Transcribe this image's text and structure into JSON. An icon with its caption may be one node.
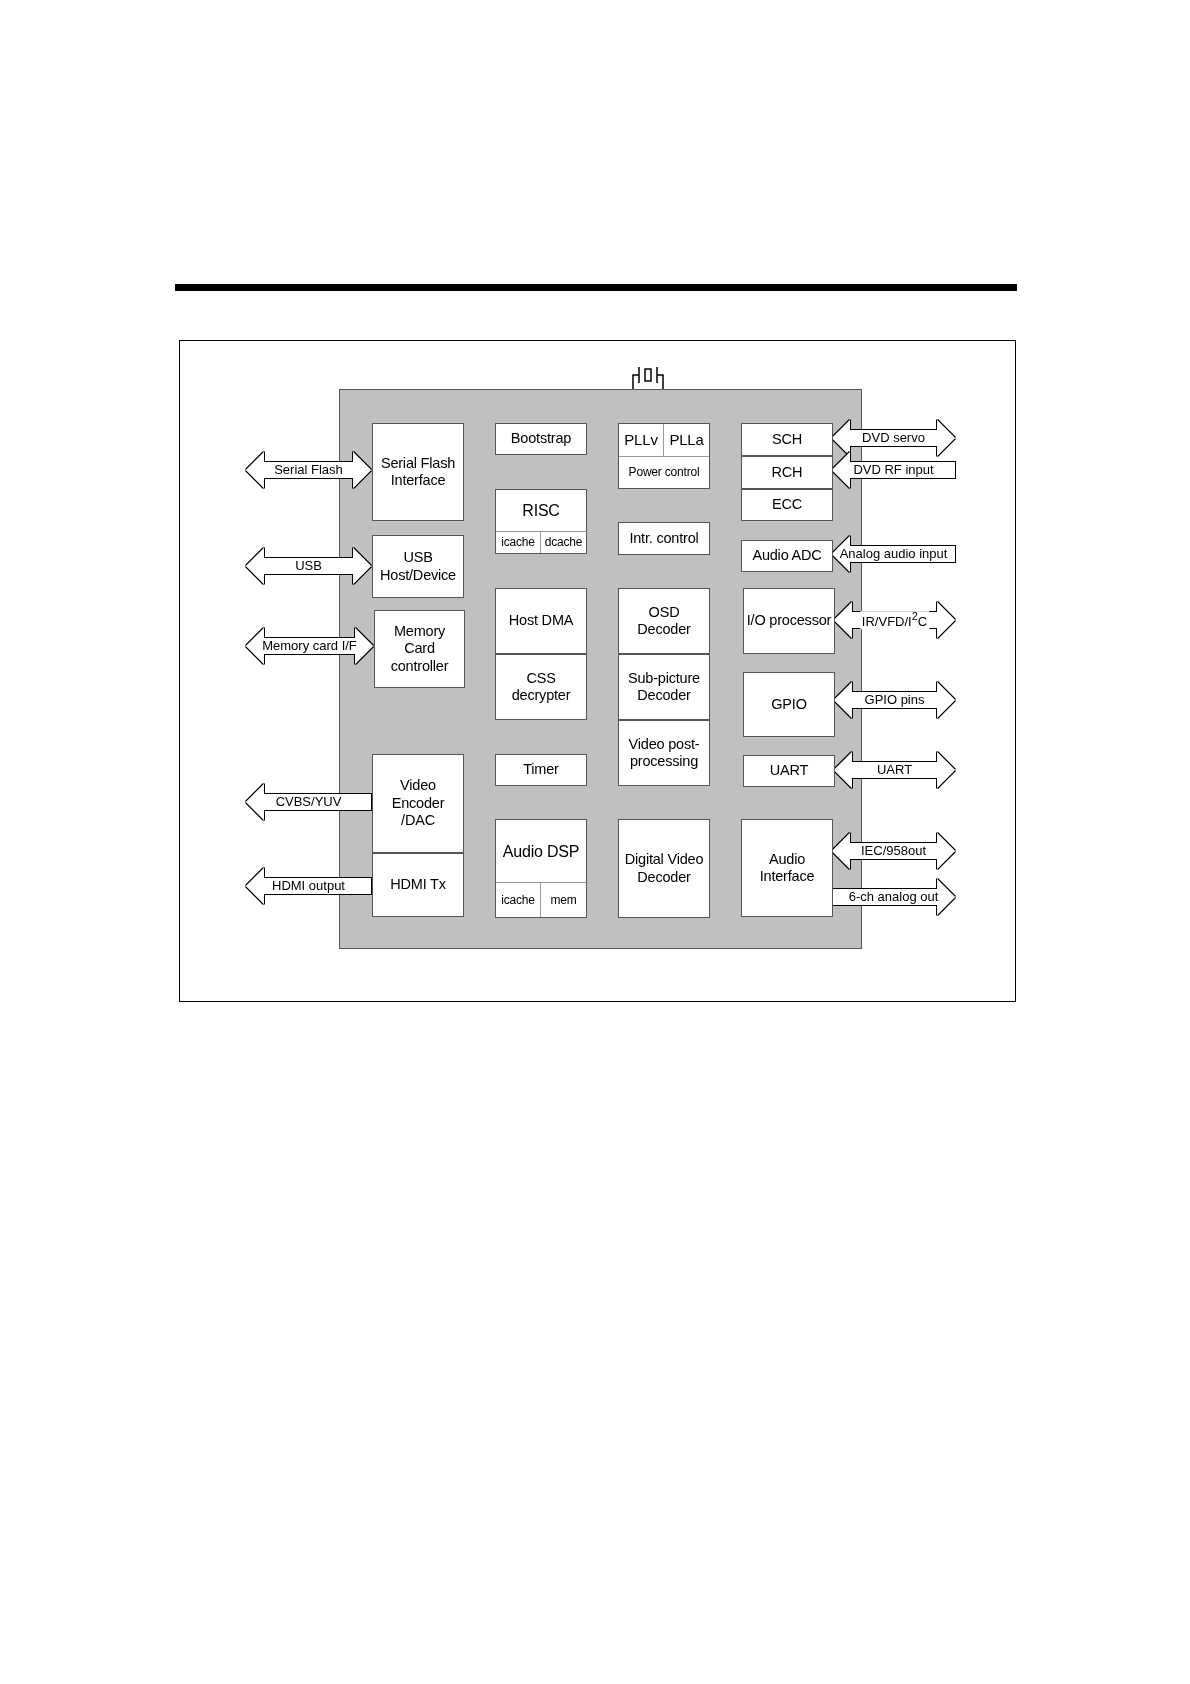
{
  "diagram": {
    "nodes": [
      {
        "text": [],
        "shape": "box"
      },
      {
        "text": [
          "Serial Flash Interface"
        ],
        "in": 0
      },
      {
        "text": [
          "Bootstrap"
        ],
        "in": 0
      },
      {
        "text": [
          "PLLv",
          "PLLa",
          "Power control"
        ],
        "in": 0
      },
      {
        "text": [
          "SCH"
        ],
        "in": 0
      },
      {
        "text": [
          "RCH"
        ],
        "in": 0
      },
      {
        "text": [
          "ECC"
        ],
        "in": 0
      },
      {
        "text": [
          "RISC",
          "icache",
          "dcache"
        ],
        "in": 0
      },
      {
        "text": [
          "Intr. control"
        ],
        "in": 0
      },
      {
        "text": [
          "Audio ADC"
        ],
        "in": 0
      },
      {
        "text": [
          "USB Host/Device"
        ],
        "in": 0
      },
      {
        "text": [
          "Host DMA"
        ],
        "in": 0
      },
      {
        "text": [
          "OSD Decoder"
        ],
        "in": 0
      },
      {
        "text": [
          "I/O processor"
        ],
        "in": 0
      },
      {
        "text": [
          "Memory Card controller"
        ],
        "in": 0
      },
      {
        "text": [
          "CSS decrypter"
        ],
        "in": 0
      },
      {
        "text": [
          "Sub-picture Decoder"
        ],
        "in": 0
      },
      {
        "text": [
          "GPIO"
        ],
        "in": 0
      },
      {
        "text": [
          "Video post-processing"
        ],
        "in": 0
      },
      {
        "text": [
          "Timer"
        ],
        "in": 0
      },
      {
        "text": [
          "UART"
        ],
        "in": 0
      },
      {
        "text": [
          "Video Encoder /DAC"
        ],
        "in": 0
      },
      {
        "text": [
          "HDMI Tx"
        ],
        "in": 0
      },
      {
        "text": [
          "Audio DSP",
          "icache",
          "mem"
        ],
        "in": 0
      },
      {
        "text": [
          "Digital Video Decoder"
        ],
        "in": 0
      },
      {
        "text": [
          "Audio Interface"
        ],
        "in": 0
      }
    ],
    "edges": [
      {
        "from": null,
        "to": 1,
        "arrow": "both",
        "label": "Serial Flash"
      },
      {
        "from": null,
        "to": 4,
        "arrow": "both",
        "label": "DVD servo"
      },
      {
        "from": null,
        "to": 5,
        "arrow": "to",
        "label": "DVD RF input"
      },
      {
        "from": null,
        "to": 9,
        "arrow": "to",
        "label": "Analog audio input"
      },
      {
        "from": null,
        "to": 10,
        "arrow": "both",
        "label": "USB"
      },
      {
        "from": null,
        "to": 13,
        "arrow": "both",
        "label": "IR/VFD/I$^{2}$C"
      },
      {
        "from": null,
        "to": 14,
        "arrow": "both",
        "label": "Memory card I/F"
      },
      {
        "from": null,
        "to": 17,
        "arrow": "both",
        "label": "GPIO pins"
      },
      {
        "from": null,
        "to": 20,
        "arrow": "both",
        "label": "UART"
      },
      {
        "from": 21,
        "to": null,
        "arrow": "to",
        "label": "CVBS/YUV"
      },
      {
        "from": null,
        "to": 25,
        "arrow": "both",
        "label": "IEC/958out"
      },
      {
        "from": 22,
        "to": null,
        "arrow": "to",
        "label": "HDMI output"
      },
      {
        "from": 25,
        "to": null,
        "arrow": "to",
        "label": "6-ch analog out"
      }
    ]
  }
}
